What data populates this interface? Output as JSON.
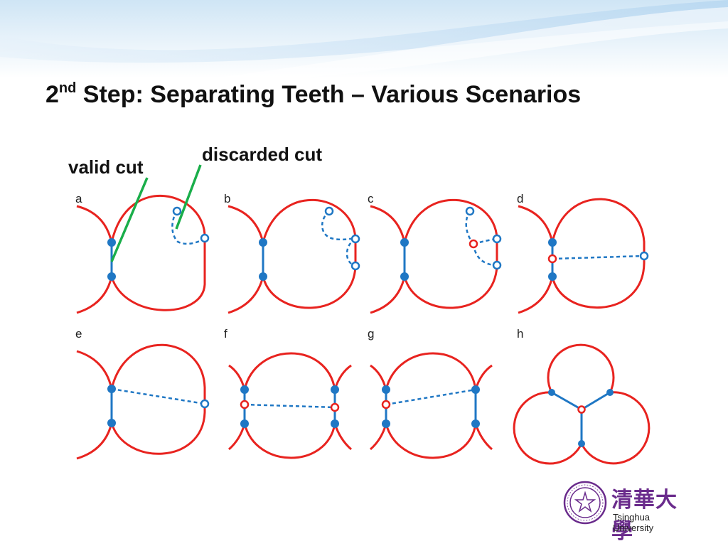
{
  "slide": {
    "title_prefix": "2",
    "title_superscript": "nd",
    "title_rest": " Step: Separating Teeth – Various Scenarios"
  },
  "annotations": {
    "valid_cut": "valid cut",
    "discarded_cut": "discarded cut"
  },
  "panels": {
    "a": "a",
    "b": "b",
    "c": "c",
    "d": "d",
    "e": "e",
    "f": "f",
    "g": "g",
    "h": "h"
  },
  "logo": {
    "name_cn": "清華大學",
    "name_en": "Tsinghua University"
  },
  "colors": {
    "boundary": "#e8231f",
    "cut": "#1f77c4",
    "annotation_line": "#1aae4a",
    "logo": "#6a2b8c"
  }
}
